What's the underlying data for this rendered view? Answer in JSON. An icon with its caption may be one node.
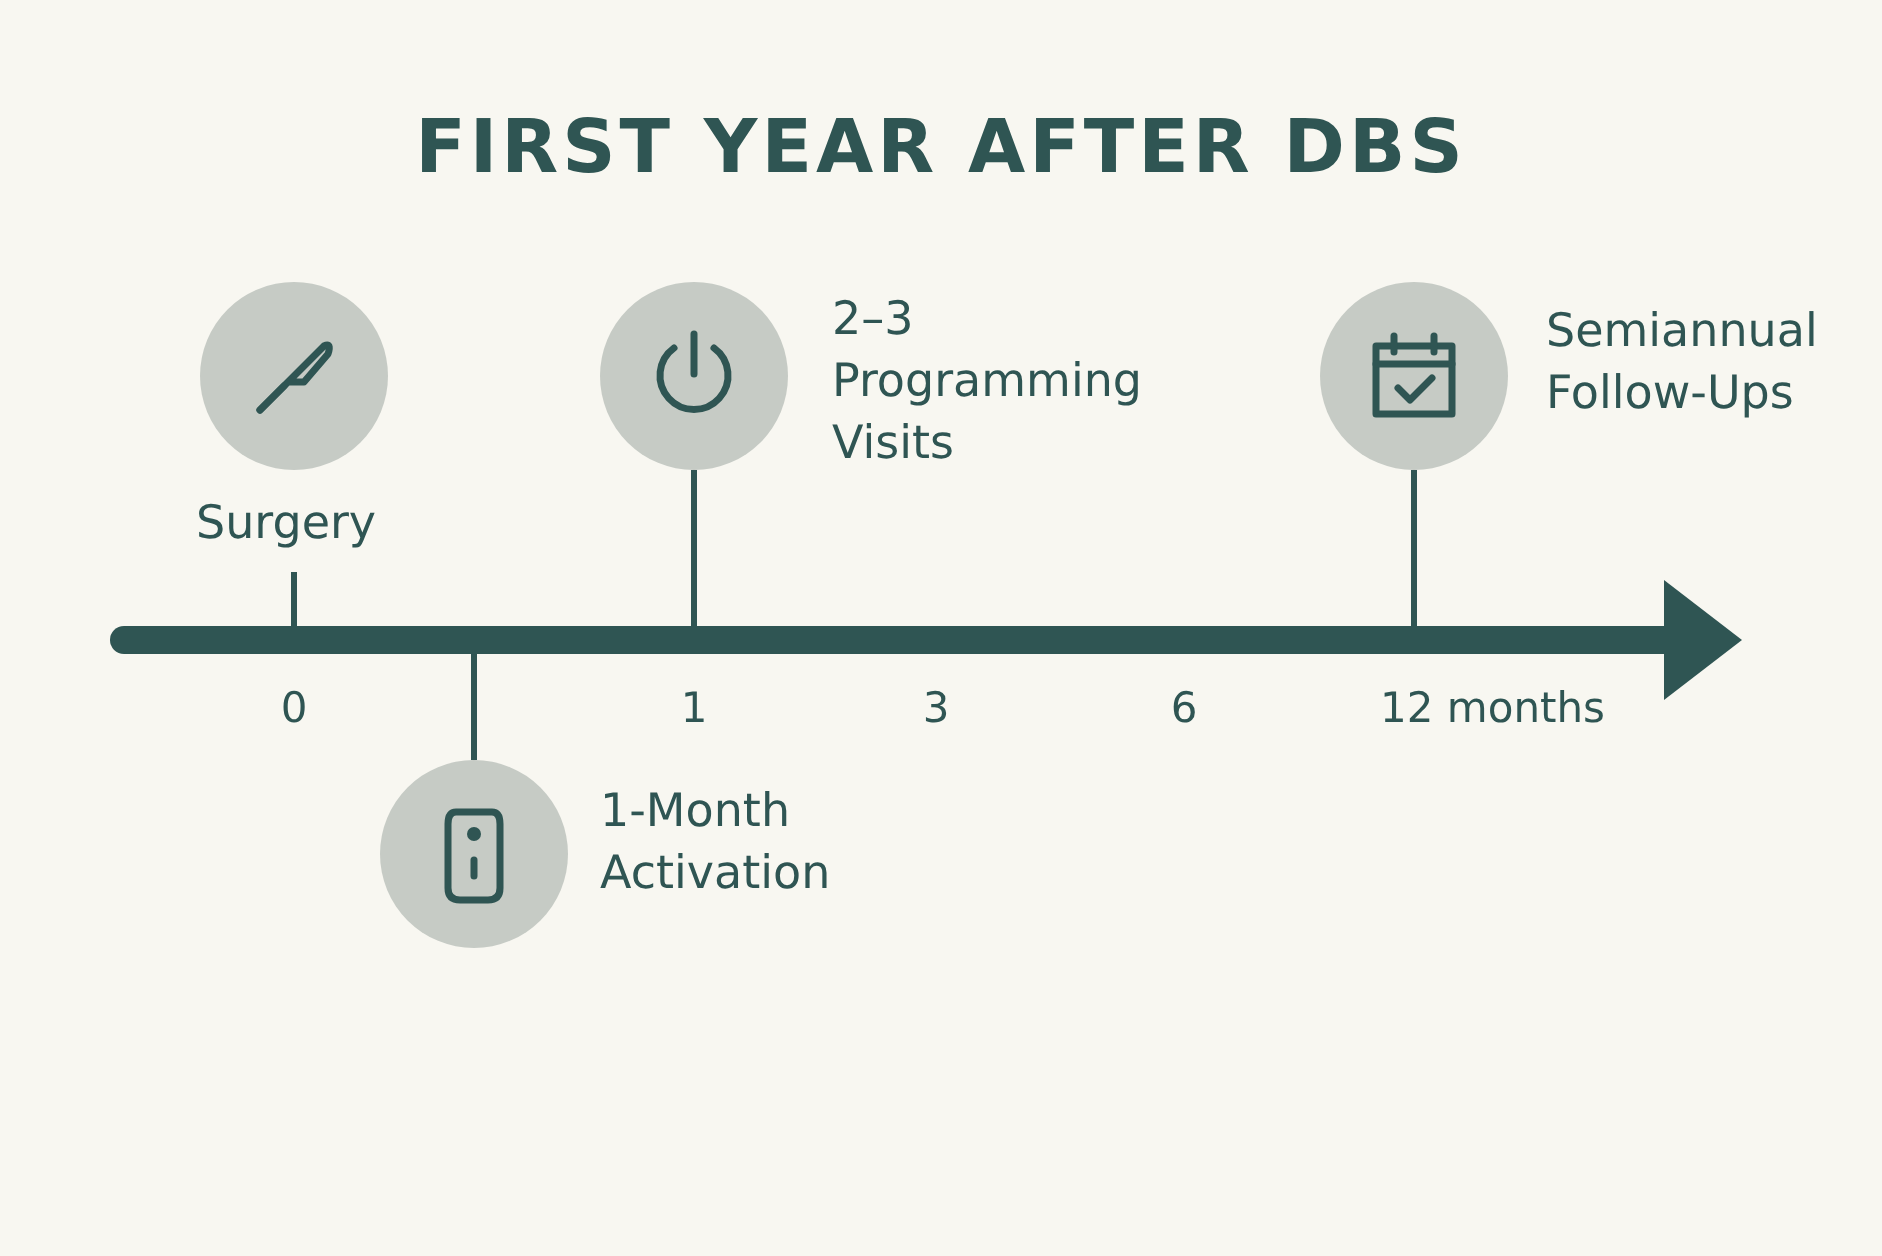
{
  "diagram": {
    "title": "FIRST YEAR AFTER DBS",
    "nodes": [
      {
        "text": [],
        "shape": "circle",
        "beside": [
          "Surgery"
        ]
      },
      {
        "text": [],
        "shape": "circle",
        "beside": [
          "2–3 Programming Visits"
        ]
      },
      {
        "text": [],
        "shape": "circle",
        "beside": [
          "Semiannual Follow-Ups"
        ]
      },
      {
        "text": [],
        "shape": "circle",
        "beside": [
          "1-Month Activation"
        ]
      }
    ],
    "edges": [
      {
        "from": 1,
        "to": null,
        "arrow": "none"
      },
      {
        "from": 2,
        "to": null,
        "arrow": "none"
      },
      {
        "from": 3,
        "to": null,
        "arrow": "none"
      }
    ],
    "labels": [
      "0",
      "1",
      "3",
      "6",
      "12 months"
    ]
  }
}
